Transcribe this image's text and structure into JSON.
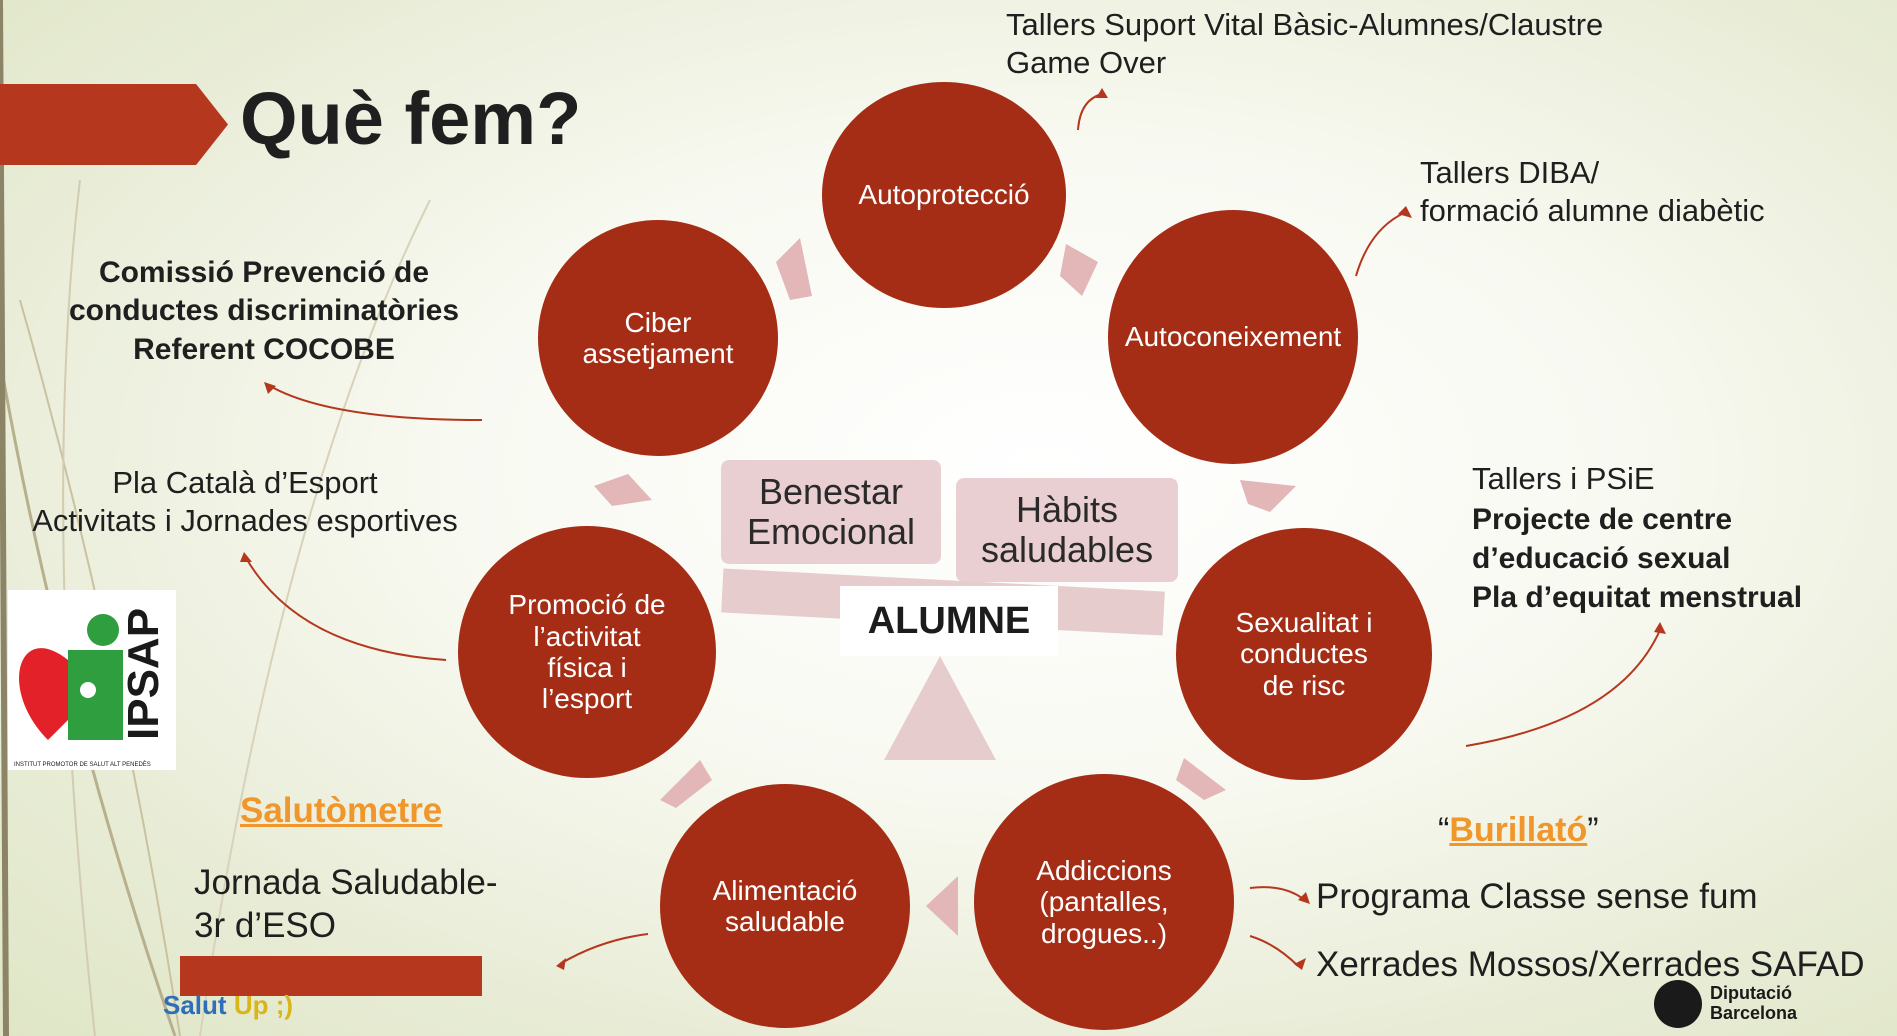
{
  "title": "Què fem?",
  "center": {
    "benestar": "Benestar\nEmocional",
    "habits": "Hàbits\nsaludables",
    "alumne": "ALUMNE"
  },
  "circles": {
    "autoproteccio": "Autoprotecció",
    "autoconeixement": "Autoconeixement",
    "sexualitat": "Sexualitat i\nconductes\nde risc",
    "addiccions": "Addiccions\n(pantalles,\ndrogues..)",
    "alimentacio": "Alimentació\nsaludable",
    "promocio": "Promoció de\nl’activitat\nfísica i\nl’esport",
    "ciber": "Ciber\nassetjament"
  },
  "notes": {
    "tallers_suport": "Tallers Suport Vital Bàsic-Alumnes/Claustre\nGame Over",
    "tallers_diba": "Tallers DIBA/\nformació alumne diabètic",
    "tallers_psie": "Tallers  i PSiE",
    "projecte": "Projecte de centre\nd’educació sexual\nPla d’equitat menstrual",
    "burillato_open": "“",
    "burillato_link": "Burillató",
    "burillato_close": "”",
    "programa": "Programa Classe sense fum",
    "xerrades": "Xerrades Mossos/Xerrades SAFAD",
    "salutometre": "Salutòmetre",
    "jornada": "Jornada Saludable-\n3r d’ESO",
    "pla_catala": "Pla Català d’Esport\nActivitats i Jornades esportives",
    "comissio": "Comissió Prevenció de\nconductes discriminatòries\nReferent COCOBE"
  },
  "logo": {
    "text": "IPSAP",
    "subtext": "INSTITUT PROMOTOR DE SALUT ALT PENEDÈS"
  },
  "footer": {
    "salut": "Salut",
    "up": "Up ;)",
    "diputacio": "Diputació\nBarcelona"
  },
  "colors": {
    "circle": "#a52d16",
    "title_bar": "#b5371e",
    "pink": "#e9cfd1",
    "orange_link": "#f0962b",
    "salut_blue": "#2f6fb7",
    "up_yellow": "#d8b51a"
  }
}
